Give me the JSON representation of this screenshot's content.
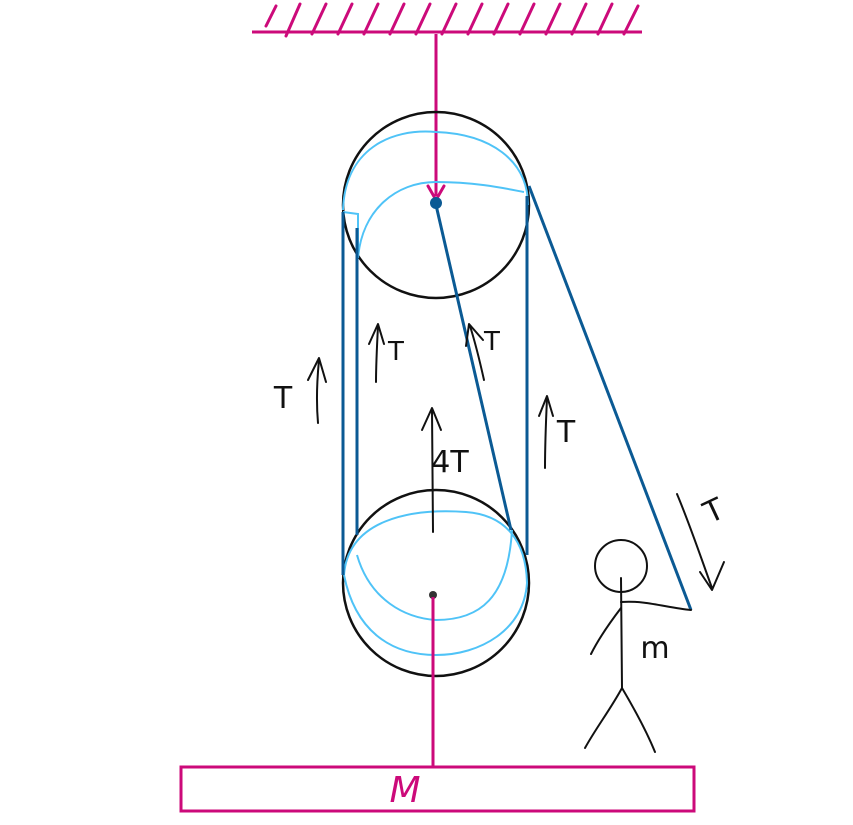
{
  "colors": {
    "support": "#cc0a7a",
    "pulley_outline": "#111111",
    "pulley_groove": "#4fc3f7",
    "rope": "#0b5a94",
    "arrows": "#111111",
    "mass": "#cc0a7a",
    "person": "#111111"
  },
  "labels": {
    "left_outer_tension": "T",
    "left_inner_tension": "T",
    "middle_rope_tension": "T",
    "right_inner_tension": "T",
    "lower_pulley_force": "4T",
    "pull_tension": "T",
    "person_mass": "m",
    "block_mass": "M"
  },
  "icons": {
    "ceiling": "hatched-ceiling-icon",
    "person": "stick-figure-icon"
  }
}
